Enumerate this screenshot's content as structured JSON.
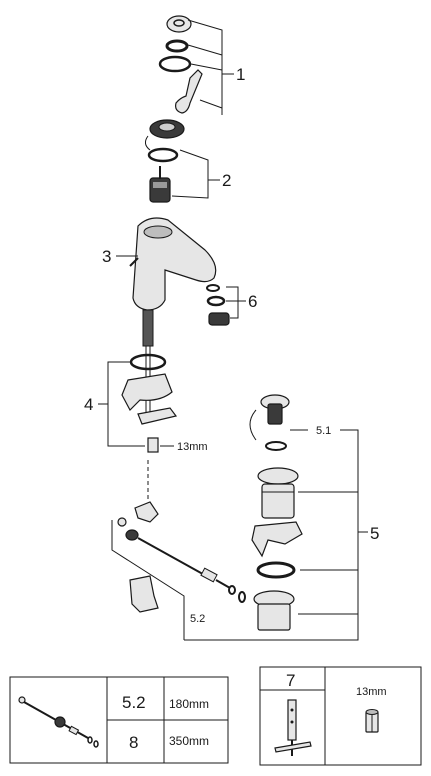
{
  "callouts": {
    "c1": "1",
    "c2": "2",
    "c3": "3",
    "c4": "4",
    "c4_size": "13mm",
    "c5": "5",
    "c5_1": "5.1",
    "c5_2": "5.2",
    "c6": "6"
  },
  "table_left": {
    "row1_id": "5.2",
    "row1_len": "180mm",
    "row2_id": "8",
    "row2_len": "350mm"
  },
  "table_right": {
    "tool_id": "7",
    "nut_size": "13mm"
  }
}
